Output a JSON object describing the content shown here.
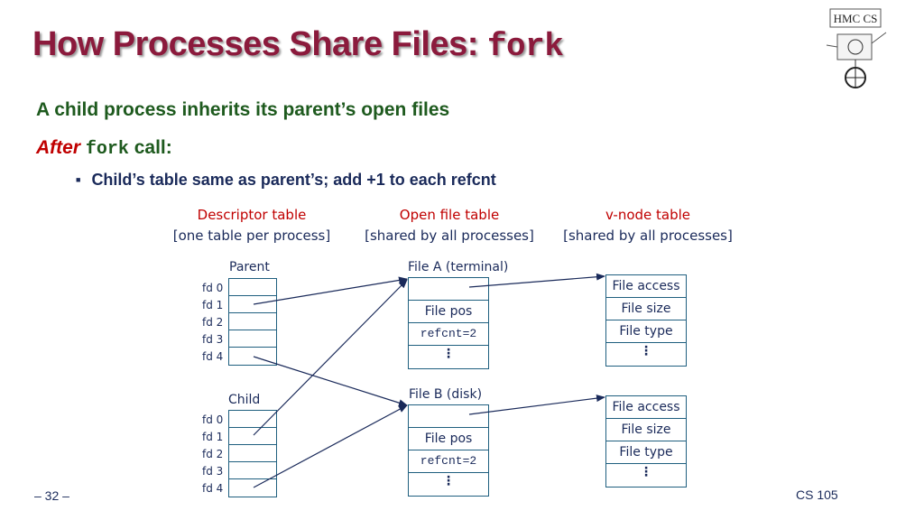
{
  "title": {
    "text": "How Processes Share Files: ",
    "code": "fork"
  },
  "subtitle": "A child process inherits its parent’s open files",
  "after": {
    "prefix": "After",
    "code": "fork",
    "suffix": "call:"
  },
  "bullet": "Child’s table same as parent’s; add +1 to each refcnt",
  "headers": {
    "descriptor": {
      "title": "Descriptor table",
      "sub": "[one table per process]"
    },
    "open_file": {
      "title": "Open file table",
      "sub": "[shared by all processes]"
    },
    "vnode": {
      "title": "v-node table",
      "sub": "[shared by all processes]"
    }
  },
  "parent_label": "Parent",
  "child_label": "Child",
  "fd_labels": [
    "fd 0",
    "fd 1",
    "fd 2",
    "fd 3",
    "fd 4"
  ],
  "file_a": {
    "label": "File A (terminal)",
    "pos": "File pos",
    "refcnt": "refcnt=2",
    "more": "⋮"
  },
  "file_b": {
    "label": "File B (disk)",
    "pos": "File pos",
    "refcnt": "refcnt=2",
    "more": "⋮"
  },
  "vnode_rows": [
    "File access",
    "File size",
    "File type",
    "⋮"
  ],
  "footer": {
    "page": "– 32 –",
    "course": "CS 105"
  },
  "logo": {
    "text": "HMC CS"
  },
  "colors": {
    "title": "#8b1a3c",
    "heading": "#1e5a1e",
    "accent": "#c00000",
    "text": "#1a2a5a",
    "border": "#1f5f7f"
  }
}
